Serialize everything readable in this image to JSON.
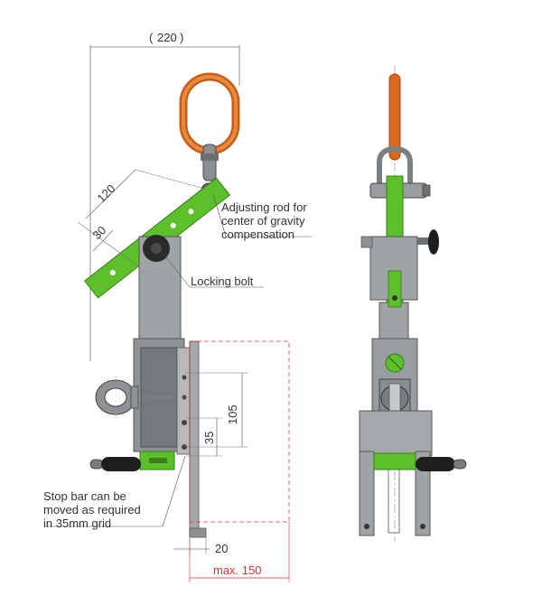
{
  "dimensions": {
    "width_total": "220",
    "arm_length": "120",
    "arm_offset": "30",
    "grid_105": "105",
    "grid_35": "35",
    "foot_20": "20",
    "max_opening": "max. 150"
  },
  "annotations": {
    "adjusting_rod": [
      "Adjusting rod for",
      "center of gravity",
      "compensation"
    ],
    "locking_bolt": "Locking bolt",
    "stop_bar": [
      "Stop bar can be",
      "moved as required",
      "in 35mm grid"
    ]
  },
  "colors": {
    "green": "#5cc02a",
    "orange": "#d9691e",
    "steel": "#9a9da0",
    "steel_dark": "#6e7174",
    "line": "#555555",
    "red_dashed": "#e03030",
    "black": "#1e1e1e"
  }
}
